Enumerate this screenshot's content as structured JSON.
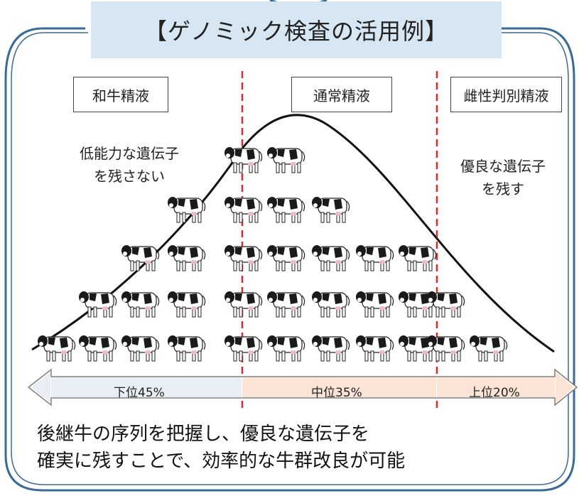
{
  "title": "【ゲノミック検査の活用例】",
  "categories": [
    {
      "label": "和牛精液",
      "note": [
        "低能力な遺伝子",
        "を残さない"
      ]
    },
    {
      "label": "通常精液",
      "note": []
    },
    {
      "label": "雌性判別精液",
      "note": [
        "優良な遺伝子",
        "を残す"
      ]
    }
  ],
  "bands": [
    {
      "label": "下位45%",
      "color": "#e9eef5"
    },
    {
      "label": "中位35%",
      "color": "#fbe3d6"
    },
    {
      "label": "上位20%",
      "color": "#fbe3d6"
    }
  ],
  "cow_rows": [
    [
      82,
      140,
      200,
      265,
      345,
      405,
      468,
      530,
      590,
      630,
      690
    ],
    [
      140,
      200,
      265,
      345,
      405,
      468,
      530,
      590,
      630
    ],
    [
      200,
      265,
      345,
      405,
      468,
      530,
      590
    ],
    [
      265,
      345,
      405,
      468
    ],
    [
      345,
      405
    ]
  ],
  "conclusion": [
    "後継牛の序列を把握し、優良な遺伝子を",
    "確実に残すことで、効率的な牛群改良が可能"
  ],
  "colors": {
    "frame": "#3a6a98",
    "divider": "#d42a2a",
    "title_bg": "#d6e6f3"
  }
}
